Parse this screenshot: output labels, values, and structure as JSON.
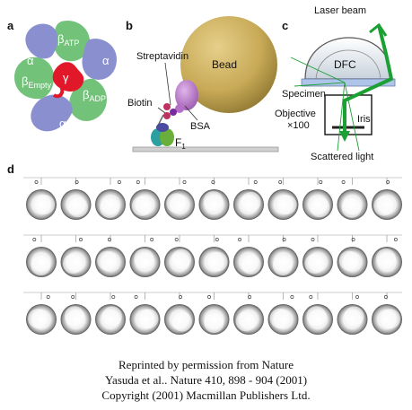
{
  "panels": {
    "a": {
      "letter": "a",
      "labels": {
        "beta_atp_base": "β",
        "beta_atp_sub": "ATP",
        "beta_empty_base": "β",
        "beta_empty_sub": "Empty",
        "beta_adp_base": "β",
        "beta_adp_sub": "ADP",
        "alpha": "α",
        "gamma": "γ"
      }
    },
    "b": {
      "letter": "b",
      "labels": {
        "bead": "Bead",
        "streptavidin": "Streptavidin",
        "biotin": "Biotin",
        "bsa": "BSA",
        "f1_base": "F",
        "f1_sub": "1"
      }
    },
    "c": {
      "letter": "c",
      "labels": {
        "laser_beam": "Laser beam",
        "dfc": "DFC",
        "specimen": "Specimen",
        "objective_line1": "Objective",
        "objective_line2": "×100",
        "iris": "Iris",
        "scattered_light": "Scattered light"
      }
    },
    "d": {
      "letter": "d"
    }
  },
  "caption": {
    "line1": "Reprinted by permission from Nature",
    "line2": "Yasuda et al.. Nature 410, 898 - 904 (2001)",
    "line3": "Copyright (2001) Macmillan Publishers Ltd."
  },
  "colors": {
    "beta": "#73c27a",
    "alpha": "#8a8fd0",
    "gamma": "#e0182a",
    "bead": "#c8aa57",
    "laser": "#1aa033",
    "bsa": "#c48ad6"
  }
}
